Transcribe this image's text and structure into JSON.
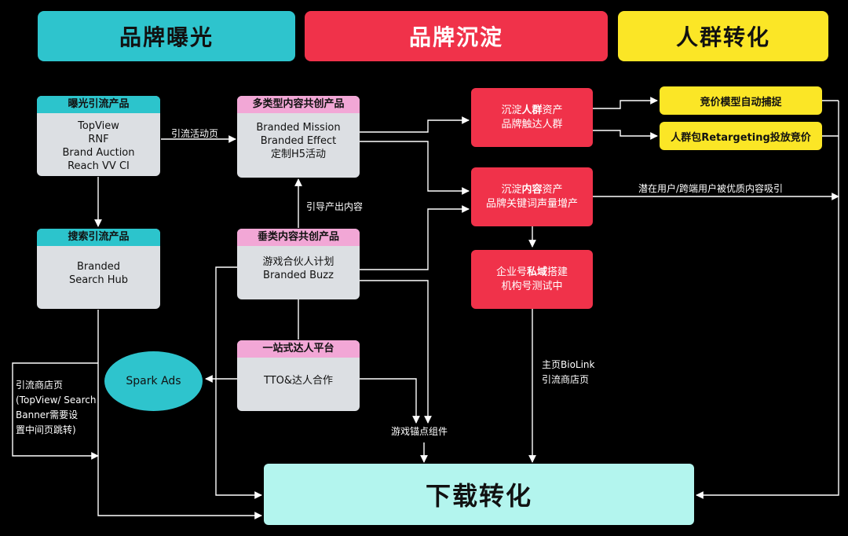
{
  "headers": {
    "exposure": {
      "label": "品牌曝光",
      "color": "#2ec4cd"
    },
    "sediment": {
      "label": "品牌沉淀",
      "color": "#f0324a"
    },
    "conversion": {
      "label": "人群转化",
      "color": "#fbe626"
    }
  },
  "cards": {
    "exposure_products": {
      "title": "曝光引流产品",
      "lines": [
        "TopView",
        "RNF",
        "Brand Auction",
        "Reach VV CI"
      ]
    },
    "search_products": {
      "title": "搜索引流产品",
      "lines": [
        "Branded",
        "Search Hub"
      ]
    },
    "multi_content": {
      "title": "多类型内容共创产品",
      "lines": [
        "Branded Mission",
        "Branded Effect",
        "定制H5活动"
      ]
    },
    "vertical_content": {
      "title": "垂类内容共创产品",
      "lines": [
        "游戏合伙人计划",
        "Branded Buzz"
      ]
    },
    "kol_platform": {
      "title": "一站式达人平台",
      "lines": [
        "TTO&达人合作"
      ]
    }
  },
  "red_boxes": {
    "audience_assets": {
      "pre": "沉淀",
      "bold": "人群",
      "post": "资产",
      "line2": "品牌触达人群"
    },
    "content_assets": {
      "pre": "沉淀",
      "bold": "内容",
      "post": "资产",
      "line2": "品牌关键词声量增产"
    },
    "private_domain": {
      "pre": "企业号",
      "bold": "私域",
      "post": "搭建",
      "line2": "机构号测试中"
    }
  },
  "yellow_boxes": {
    "bid_capture": "竞价模型自动捕捉",
    "retargeting": "人群包Retargeting投放竞价"
  },
  "spark_ads": "Spark Ads",
  "download": "下载转化",
  "edge_labels": {
    "activity_page": "引流活动页",
    "guide_content": "引导产出内容",
    "potential_users": "潜在用户/跨端用户被优质内容吸引",
    "game_anchor": "游戏锚点组件",
    "biolink_1": "主页BioLink",
    "biolink_2": "引流商店页",
    "store_note": [
      "引流商店页",
      "(TopView/ Search",
      "Banner需要设",
      "置中间页跳转)"
    ]
  }
}
